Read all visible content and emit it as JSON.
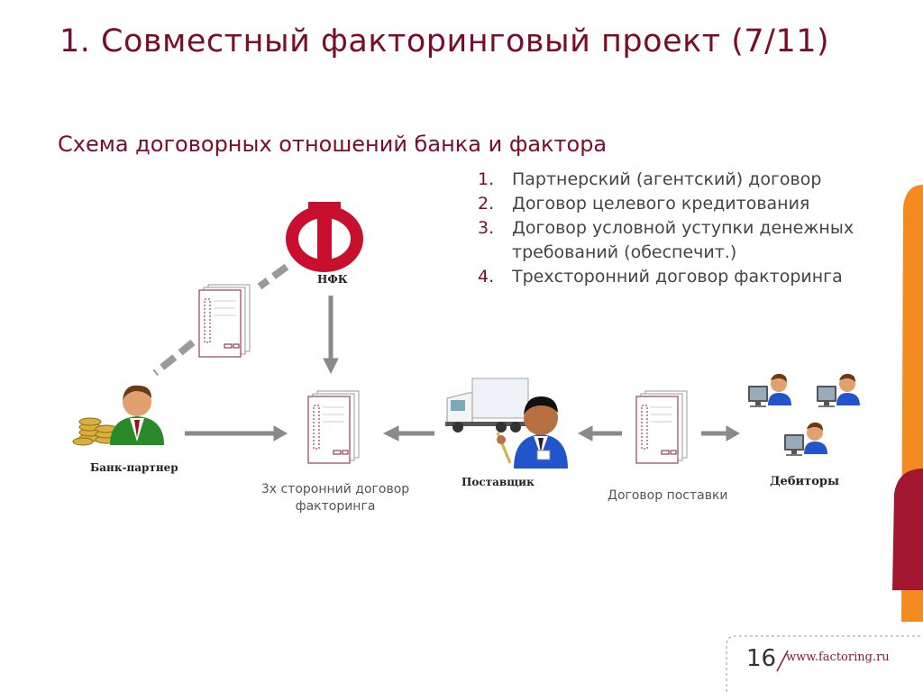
{
  "slide": {
    "title": "1. Совместный факторинговый проект (7/11)",
    "subtitle": "Схема договорных отношений банка и фактора",
    "list": [
      {
        "num": "1.",
        "text": "Партнерский (агентский) договор"
      },
      {
        "num": "2.",
        "text": "Договор целевого кредитования"
      },
      {
        "num": "3.",
        "text": "Договор условной уступки денежных требований (обеспечит.)"
      },
      {
        "num": "4.",
        "text": "Трехсторонний договор факторинга"
      }
    ],
    "page_number": "16",
    "website": "www.factoring.ru"
  },
  "diagram": {
    "nodes": {
      "nfk": {
        "label": "НФК",
        "logo_letter": "Ф"
      },
      "bank": {
        "label": "Банк-партнер"
      },
      "supplier": {
        "label": "Поставщик"
      },
      "debtors": {
        "label": "Дебиторы"
      }
    },
    "captions": {
      "tripartite": "3х сторонний договор факторинга",
      "supply": "Договор поставки"
    }
  },
  "colors": {
    "accent": "#7a0e24",
    "logo_red": "#c8102e",
    "arrow_gray": "#8a8a8a",
    "side_orange": "#f28a1e",
    "side_red": "#a3162f"
  },
  "icons": [
    "nfk-logo-icon",
    "document-icon",
    "banker-icon",
    "coins-icon",
    "truck-icon",
    "supplier-person-icon",
    "computer-user-icon",
    "arrow-icon"
  ]
}
